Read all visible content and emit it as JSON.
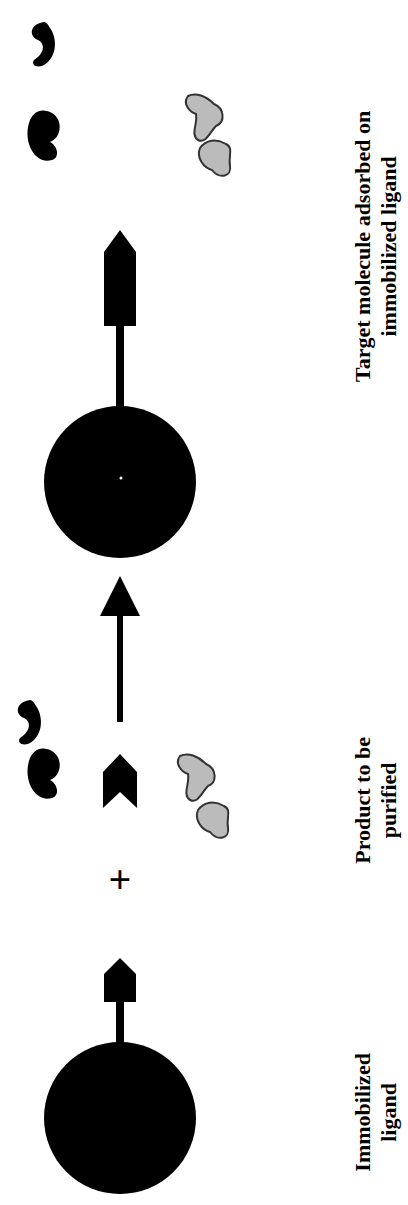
{
  "diagram": {
    "labels": [
      "Target molecule adsorbed on immobilized ligand",
      "Product to be purified",
      "+",
      "Immobilized ligand"
    ]
  }
}
